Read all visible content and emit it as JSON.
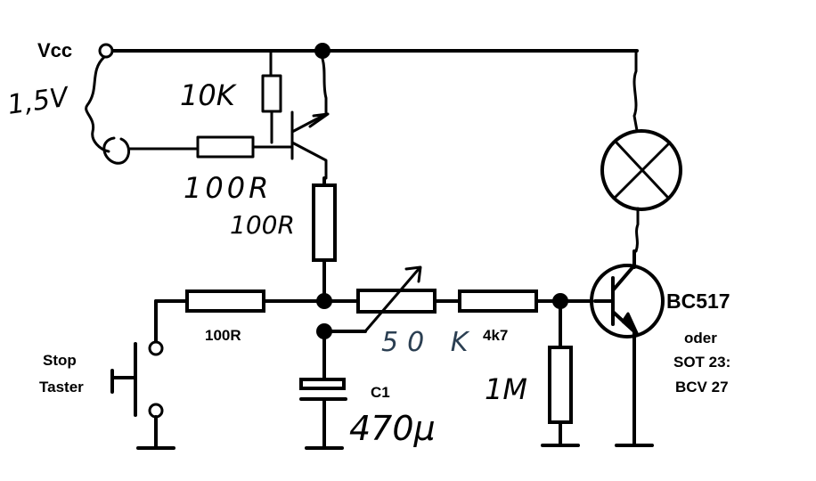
{
  "labels": {
    "vcc": "Vcc",
    "battery": "1,5V",
    "r_10k": "10K",
    "r_100r_base": "100R",
    "r_100r_emitter": "100R",
    "r_100r_stop": "100R",
    "pot": "50 K",
    "r_4k7": "4k7",
    "r_1m": "1M",
    "c1_name": "C1",
    "c1_value": "470µ",
    "stop_line1": "Stop",
    "stop_line2": "Taster",
    "transistor_name": "BC517",
    "alt_line1": "oder",
    "alt_line2": "SOT 23:",
    "alt_line3": "BCV 27"
  },
  "colors": {
    "ink": "#000000",
    "pot_ink": "#2b3f52",
    "background": "#ffffff"
  }
}
